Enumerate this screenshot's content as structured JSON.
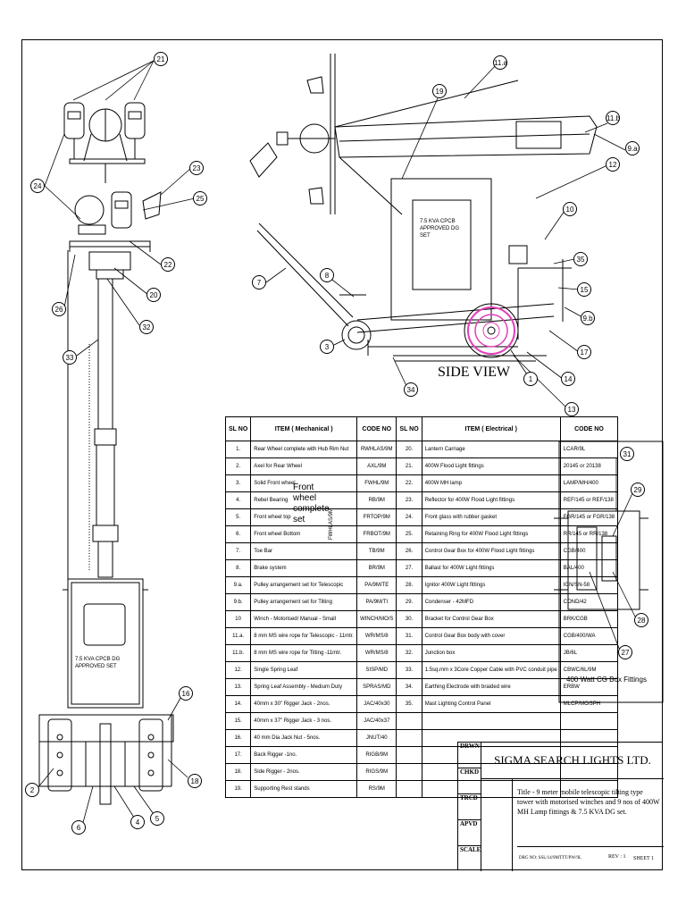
{
  "diagram": {
    "side_view_label": "SIDE VIEW",
    "dg_set_side": [
      "7.5 KVA CPCB",
      "APPROVED DG",
      "SET"
    ],
    "dg_set_front": [
      "7.5 KVA CPCB DG",
      "APPROVED SET"
    ],
    "cg_box_caption": "400 Watt CG Box Fittings",
    "callouts_front": [
      "21",
      "24",
      "23",
      "25",
      "22",
      "20",
      "26",
      "32",
      "33",
      "16",
      "18",
      "2",
      "6",
      "4",
      "5"
    ],
    "callouts_side": [
      "11.a",
      "19",
      "11.b",
      "9.a",
      "12",
      "10",
      "35",
      "7",
      "8",
      "15",
      "9.b",
      "3",
      "17",
      "34",
      "1",
      "14",
      "13"
    ],
    "callouts_cg": [
      "31",
      "29",
      "28",
      "27"
    ]
  },
  "bom": {
    "headers": {
      "sl": "SL NO",
      "item_mech": "ITEM ( Mechanical )",
      "code": "CODE NO",
      "sl2": "SL NO",
      "item_elec": "ITEM ( Electrical )",
      "code2": "CODE NO"
    },
    "front_wheel_group": "Front wheel complete set",
    "front_wheel_code": "FWHLAS/9M",
    "mechanical": [
      {
        "sl": "1.",
        "item": "Rear Wheel complete with Hub Rim Nut",
        "code": "RWHLAS/9M"
      },
      {
        "sl": "2.",
        "item": "Axel for Rear Wheel",
        "code": "AXL/9M"
      },
      {
        "sl": "3.",
        "item": "Solid Front wheel",
        "code": "FWHL/9M"
      },
      {
        "sl": "4.",
        "item": "Rebel Bearing",
        "code": "RB/9M"
      },
      {
        "sl": "5.",
        "item": "Front wheel top",
        "code": "FRTOP/9M"
      },
      {
        "sl": "6.",
        "item": "Front wheel Bottom",
        "code": "FRBOT/9M"
      },
      {
        "sl": "7.",
        "item": "Toe Bar",
        "code": "TB/9M"
      },
      {
        "sl": "8.",
        "item": "Brake system",
        "code": "BR/9M"
      },
      {
        "sl": "9.a.",
        "item": "Pulley arrangement set for Telescopic",
        "code": "PA/9M/TE"
      },
      {
        "sl": "9.b.",
        "item": "Pulley arrangement set for Tilting",
        "code": "PA/9M/TI"
      },
      {
        "sl": "10",
        "item": "Winch - Motorised/ Manual - Small",
        "code": "WINCH/MO/S"
      },
      {
        "sl": "11.a.",
        "item": "8 mm MS wire rope for Telescopic - 11mtr.",
        "code": "WR/MS/8"
      },
      {
        "sl": "11.b.",
        "item": "8 mm MS wire rope for Tilting -11mtr.",
        "code": "WR/MS/8"
      },
      {
        "sl": "12.",
        "item": "Single Spring Leaf",
        "code": "SISP/MD"
      },
      {
        "sl": "13.",
        "item": "Spring Leaf Assembly - Medium Duty",
        "code": "SPRAS/MD"
      },
      {
        "sl": "14.",
        "item": "40mm x 30\" Rigger Jack - 2nos.",
        "code": "JAC/40x30"
      },
      {
        "sl": "15.",
        "item": "40mm x 37\" Rigger Jack - 3 nos.",
        "code": "JAC/40x37"
      },
      {
        "sl": "16.",
        "item": "40 mm Dia Jack Nut - 5nos.",
        "code": "JNUT/40"
      },
      {
        "sl": "17.",
        "item": "Back Rigger -1no.",
        "code": "RIGB/9M"
      },
      {
        "sl": "18.",
        "item": "Side Rigger - 2nos.",
        "code": "RIGS/9M"
      },
      {
        "sl": "19.",
        "item": "Supporting Rest stands",
        "code": "RS/9M"
      }
    ],
    "electrical": [
      {
        "sl": "20.",
        "item": "Lantern Carriage",
        "code": "LCAR/9L"
      },
      {
        "sl": "21.",
        "item": "400W Flood Light fittings",
        "code": "20145 or 20138"
      },
      {
        "sl": "22.",
        "item": "400W MH lamp",
        "code": "LAMP/MH/400"
      },
      {
        "sl": "23.",
        "item": "Reflector for 400W Flood Light fittings",
        "code": "REF/145 or REF/138"
      },
      {
        "sl": "24.",
        "item": "Front glass with rubber gasket",
        "code": "FGR/145 or FGR/138"
      },
      {
        "sl": "25.",
        "item": "Retaining Ring for 400W Flood Light fittings",
        "code": "RR/145 or RR/138"
      },
      {
        "sl": "26.",
        "item": "Control Gear Box for 400W Flood Light fittings",
        "code": "CGB/400"
      },
      {
        "sl": "27.",
        "item": "Ballast for 400W Light fittings",
        "code": "BAL/400"
      },
      {
        "sl": "28.",
        "item": "Ignitor 400W Light fittings",
        "code": "IGN/SN-58"
      },
      {
        "sl": "29.",
        "item": "Condenser - 42MFD",
        "code": "COND/42"
      },
      {
        "sl": "30.",
        "item": "Bracket for Control Gear Box",
        "code": "BRK/CGB"
      },
      {
        "sl": "31.",
        "item": "Control Gear Box body with cover",
        "code": "CGB/400/WA"
      },
      {
        "sl": "32.",
        "item": "Junction box",
        "code": "JB/6L"
      },
      {
        "sl": "33.",
        "item": "1.5sq.mm x 3Core Copper Cable with PVC conduit pipe",
        "code": "CBWC/6L/9M"
      },
      {
        "sl": "34.",
        "item": "Earthing Electrode with braided wire",
        "code": "ERBW"
      },
      {
        "sl": "35.",
        "item": "Mast Lighting Control Panel",
        "code": "MLCP/MO/3PH"
      }
    ]
  },
  "title_block": {
    "company": "SIGMA SEARCH LIGHTS LTD.",
    "labels": [
      "DRWN",
      "CHKD",
      "TRCD",
      "APVD",
      "SCALE"
    ],
    "title_text": "Title - 9 meter mobile telescopic tilting type tower with motorised winches and 9 nos of 400W MH Lamp fittings & 7.5 KVA DG set.",
    "drg_no": "DRG NO: SSL/14/9MTTT/PW/9L",
    "rev": "REV : 1",
    "sheet": "SHEET 1"
  },
  "colors": {
    "line": "#000000",
    "wheel_accent": "#e23fb8"
  }
}
